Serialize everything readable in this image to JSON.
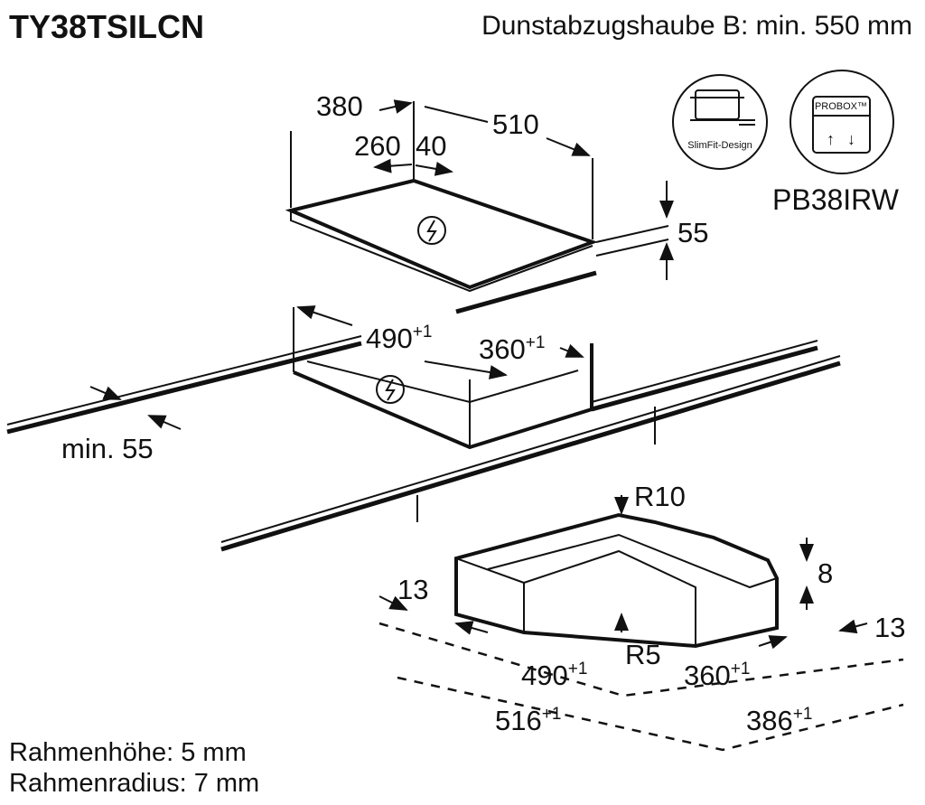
{
  "header": {
    "model": "TY38TSILCN",
    "hood_note": "Dunstabzugshaube B: min. 550 mm"
  },
  "badges": {
    "slimfit_label": "SlimFit-Design",
    "probox_label": "PROBOX™",
    "accessory_model": "PB38IRW"
  },
  "hob_dimensions": {
    "depth": "380",
    "width": "510",
    "front_zone": "260",
    "rear_zone": "40",
    "height": "55"
  },
  "cutout_dimensions": {
    "width": "490",
    "width_tol": "+1",
    "depth": "360",
    "depth_tol": "+1",
    "min_worktop": "min. 55"
  },
  "flush_detail": {
    "outer_radius": "R10",
    "rebate_depth": "8",
    "rebate_left": "13",
    "rebate_right": "13",
    "inner_radius": "R5",
    "inner_width": "490",
    "inner_width_tol": "+1",
    "inner_depth": "360",
    "inner_depth_tol": "+1",
    "outer_width": "516",
    "outer_width_tol": "+1",
    "outer_depth": "386",
    "outer_depth_tol": "+1"
  },
  "notes": {
    "frame_height": "Rahmenhöhe: 5 mm",
    "frame_radius": "Rahmenradius: 7 mm"
  }
}
